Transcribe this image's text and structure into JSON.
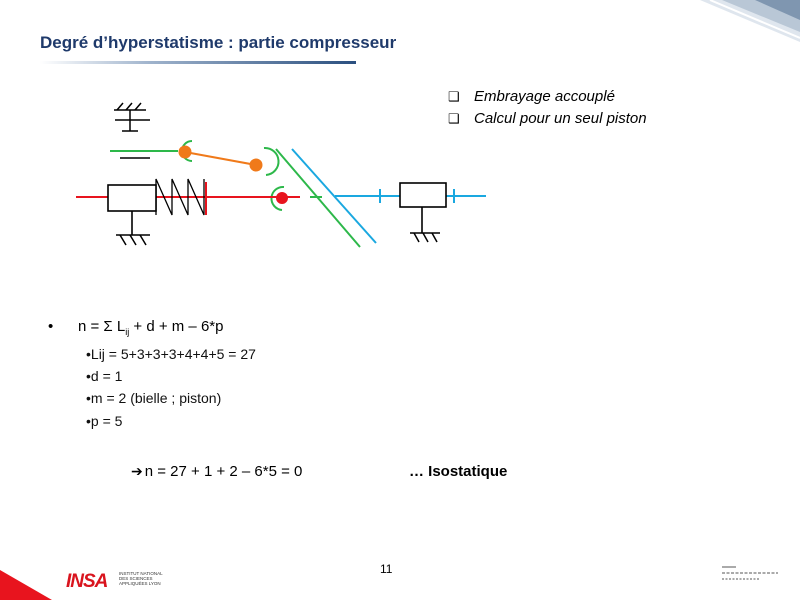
{
  "slide": {
    "title": "Degré d’hyperstatisme : partie compresseur",
    "bullets": [
      {
        "marker": "❑",
        "text": "Embrayage accouplé"
      },
      {
        "marker": "❑",
        "text": "Calcul pour un seul piston"
      }
    ],
    "formula": {
      "bullet": "•",
      "prefix": "n = Σ L",
      "subscript": "ij",
      "suffix": " + d + m – 6*p"
    },
    "details": [
      "•Lij = 5+3+3+3+4+4+5 = 27",
      "•d = 1",
      "•m = 2 (bielle ; piston)",
      "•p = 5"
    ],
    "result": {
      "arrow": "➔",
      "equation": "n = 27 + 1 + 2 – 6*5 = 0",
      "conclusion": "… Isostatique"
    },
    "page_number": "11",
    "footer": {
      "logo": "INSA",
      "logo_subtitle": "INSTITUT NATIONAL DES SCIENCES APPLIQUÉES LYON"
    }
  },
  "colors": {
    "title": "#1f3a6b",
    "green": "#2db84a",
    "orange": "#f07a1a",
    "red": "#e8141e",
    "cyan": "#1aa8e0",
    "logo_red": "#d9141e"
  }
}
